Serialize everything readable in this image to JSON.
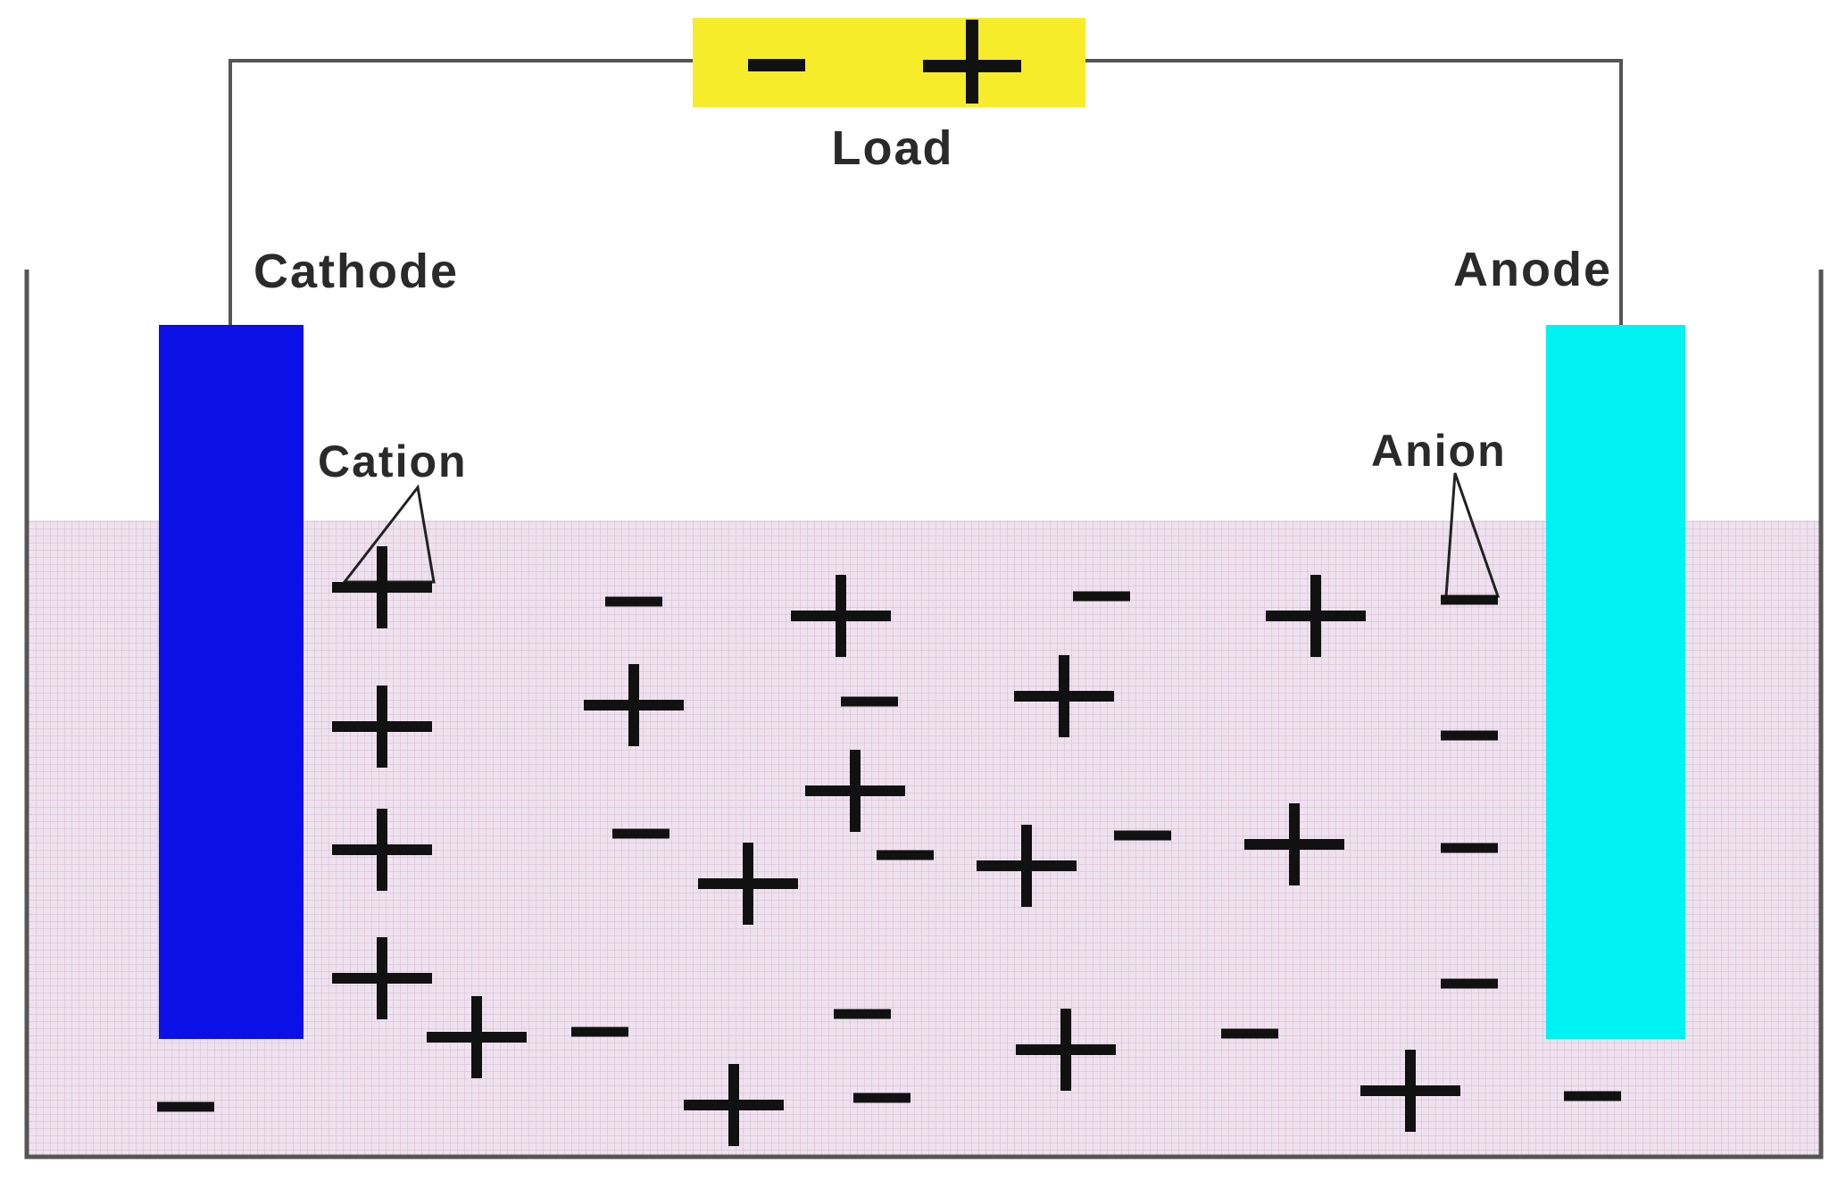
{
  "load": {
    "label": "Load",
    "minus_terminal": "−",
    "plus_terminal": "+"
  },
  "electrodes": {
    "cathode": {
      "label": "Cathode",
      "color": "#0a10e6"
    },
    "anode": {
      "label": "Anode",
      "color": "#00f2f2"
    }
  },
  "ions": {
    "cation_label": "Cation",
    "anion_label": "Anion"
  },
  "colors": {
    "load_box": "#f6ec2a",
    "electrolyte": "#efe2ef",
    "electrolyte_grid": "#d8c2d8",
    "wire": "#555555",
    "container": "#555555"
  }
}
